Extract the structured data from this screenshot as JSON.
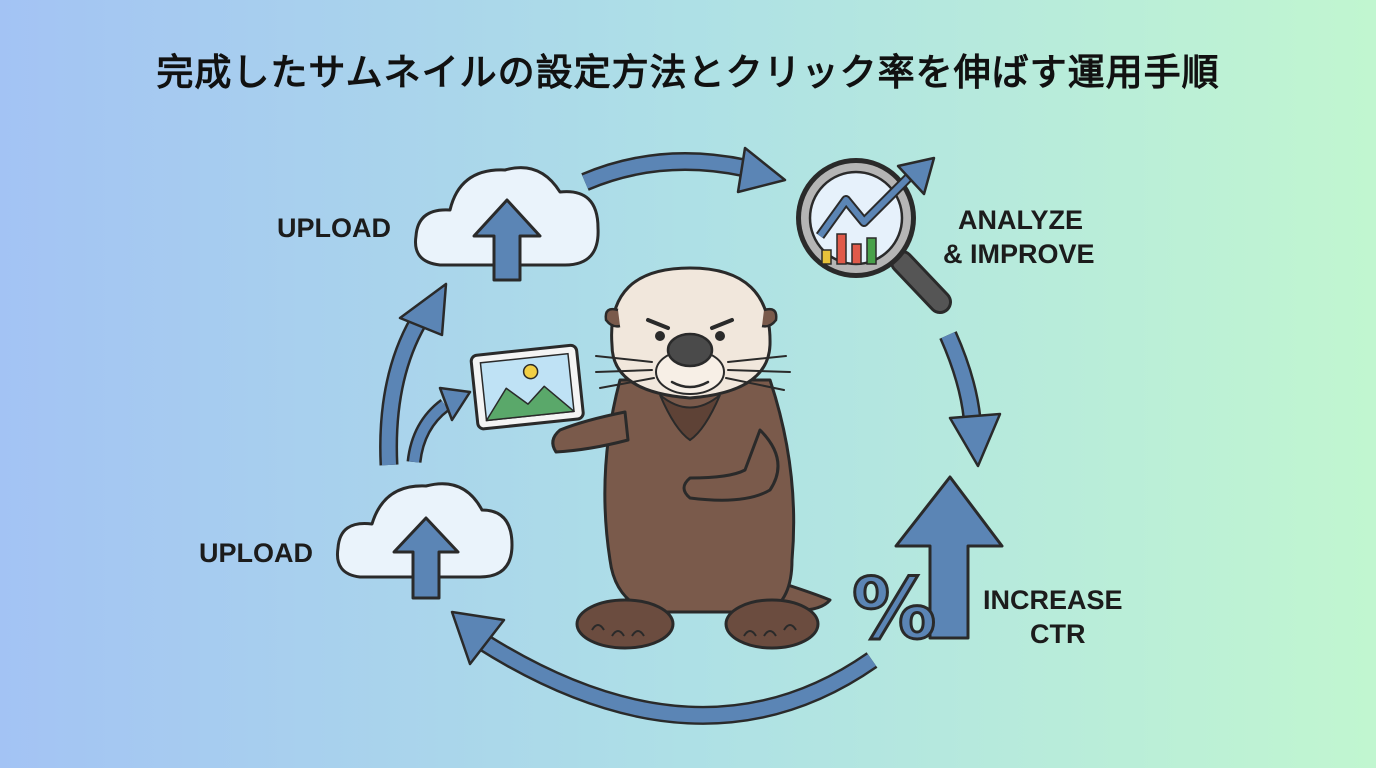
{
  "title": "完成したサムネイルの設定方法とクリック率を伸ばす運用手順",
  "labels": {
    "upload_top": "UPLOAD",
    "upload_bottom": "UPLOAD",
    "analyze_line1": "ANALYZE",
    "analyze_line2": "& IMPROVE",
    "increase_line1": "INCREASE",
    "increase_line2": "CTR",
    "percent_symbol": "%"
  },
  "colors": {
    "arrow": "#5b85b5",
    "outline": "#2a2a2a",
    "cloud": "#eaf3fb",
    "otter_body": "#7a5a4b",
    "otter_face": "#f1e7dc"
  }
}
